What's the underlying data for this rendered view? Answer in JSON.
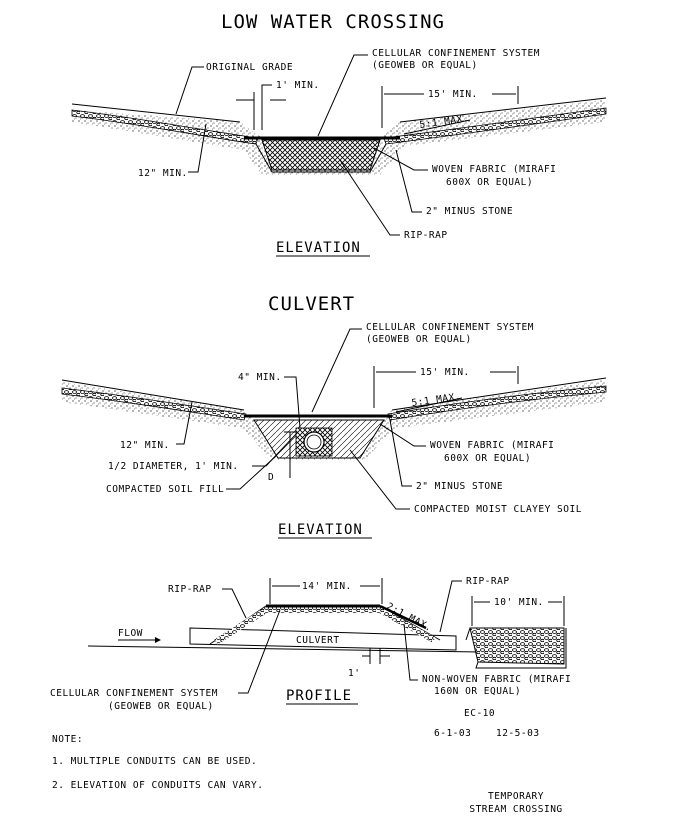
{
  "title": "LOW WATER CROSSING",
  "low_water": {
    "original_grade": "ORIGINAL GRADE",
    "min_1ft": "1' MIN.",
    "ccs_line1": "CELLULAR CONFINEMENT SYSTEM",
    "ccs_line2": "(GEOWEB OR EQUAL)",
    "min_15ft": "15' MIN.",
    "slope": "5:1 MAX.",
    "min_12in": "12\" MIN.",
    "woven_line1": "WOVEN FABRIC (MIRAFI",
    "woven_line2": "600X OR EQUAL)",
    "stone": "2\" MINUS STONE",
    "riprap": "RIP-RAP",
    "view_label": "ELEVATION"
  },
  "culvert": {
    "title": "CULVERT",
    "ccs_line1": "CELLULAR CONFINEMENT SYSTEM",
    "ccs_line2": "(GEOWEB OR EQUAL)",
    "min_4in": "4\" MIN.",
    "min_15ft": "15' MIN.",
    "slope": "5:1 MAX.",
    "min_12in": "12\" MIN.",
    "half_diam": "1/2 DIAMETER, 1' MIN.",
    "d_label": "D",
    "soil_fill": "COMPACTED SOIL FILL",
    "woven_line1": "WOVEN FABRIC (MIRAFI",
    "woven_line2": "600X OR EQUAL)",
    "stone": "2\" MINUS STONE",
    "clayey": "COMPACTED MOIST CLAYEY SOIL",
    "view_label": "ELEVATION"
  },
  "profile": {
    "riprap_left": "RIP-RAP",
    "min_14ft": "14' MIN.",
    "riprap_right": "RIP-RAP",
    "slope": "2:1 MAX.",
    "min_10ft": "10' MIN.",
    "flow": "FLOW",
    "culvert": "CULVERT",
    "min_1ft": "1'",
    "nonwoven_line1": "NON-WOVEN FABRIC (MIRAFI",
    "nonwoven_line2": "160N OR EQUAL)",
    "ccs_line1": "CELLULAR CONFINEMENT SYSTEM",
    "ccs_line2": "(GEOWEB OR EQUAL)",
    "view_label": "PROFILE"
  },
  "sheet": {
    "code": "EC-10",
    "date1": "6-1-03",
    "date2": "12-5-03",
    "title_line1": "TEMPORARY",
    "title_line2": "STREAM CROSSING"
  },
  "notes": {
    "heading": "NOTE:",
    "items": [
      "1.  MULTIPLE CONDUITS CAN BE USED.",
      "2.  ELEVATION OF CONDUITS CAN VARY."
    ]
  }
}
